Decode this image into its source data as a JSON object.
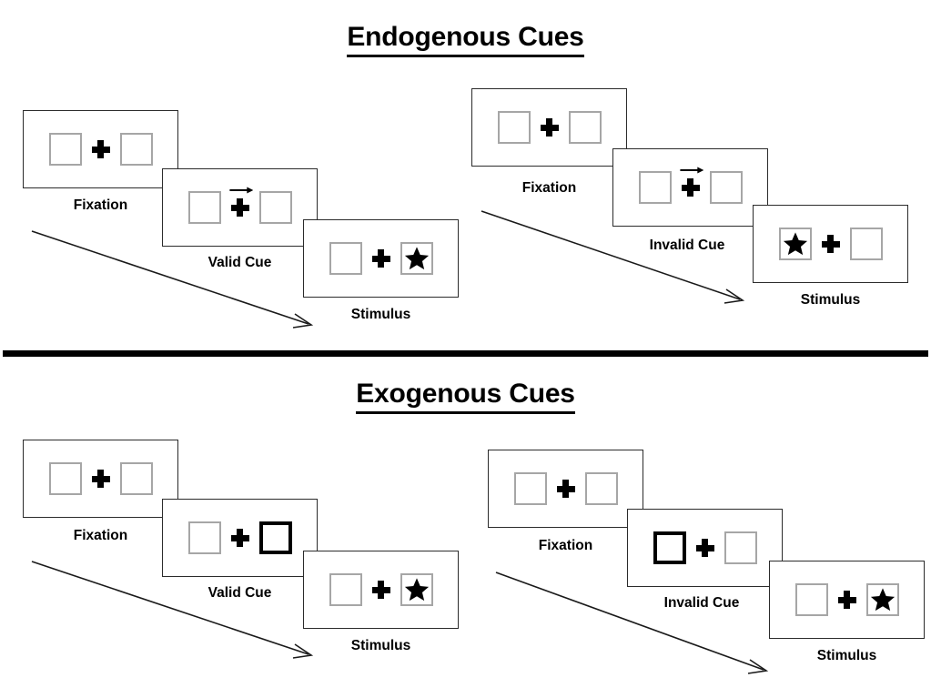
{
  "figure": {
    "title_endogenous": "Endogenous Cues",
    "title_exogenous": "Exogenous Cues",
    "divider_color": "#000000",
    "box_border_color": "#a6a6a6",
    "cued_box_border_color": "#000000",
    "panel_border_color": "#2b2b2b",
    "stimulus_color": "#000000"
  },
  "sections": [
    {
      "name": "endogenous",
      "title": "Endogenous Cues",
      "sequences": [
        {
          "name": "endogenous-valid",
          "frames": [
            {
              "caption": "Fixation",
              "cue": "none",
              "arrow": "none",
              "left_box": "empty",
              "right_box": "empty"
            },
            {
              "caption": "Valid Cue",
              "cue": "arrow-right",
              "arrow": "right",
              "left_box": "empty",
              "right_box": "empty"
            },
            {
              "caption": "Stimulus",
              "cue": "none",
              "arrow": "none",
              "left_box": "empty",
              "right_box": "star"
            }
          ]
        },
        {
          "name": "endogenous-invalid",
          "frames": [
            {
              "caption": "Fixation",
              "cue": "none",
              "arrow": "none",
              "left_box": "empty",
              "right_box": "empty"
            },
            {
              "caption": "Invalid Cue",
              "cue": "arrow-right",
              "arrow": "right",
              "left_box": "empty",
              "right_box": "empty"
            },
            {
              "caption": "Stimulus",
              "cue": "none",
              "arrow": "none",
              "left_box": "star",
              "right_box": "empty"
            }
          ]
        }
      ]
    },
    {
      "name": "exogenous",
      "title": "Exogenous Cues",
      "sequences": [
        {
          "name": "exogenous-valid",
          "frames": [
            {
              "caption": "Fixation",
              "cue": "none",
              "arrow": "none",
              "left_box": "empty",
              "right_box": "empty"
            },
            {
              "caption": "Valid Cue",
              "cue": "highlight-right",
              "arrow": "none",
              "left_box": "empty",
              "right_box": "cued"
            },
            {
              "caption": "Stimulus",
              "cue": "none",
              "arrow": "none",
              "left_box": "empty",
              "right_box": "star"
            }
          ]
        },
        {
          "name": "exogenous-invalid",
          "frames": [
            {
              "caption": "Fixation",
              "cue": "none",
              "arrow": "none",
              "left_box": "empty",
              "right_box": "empty"
            },
            {
              "caption": "Invalid Cue",
              "cue": "highlight-left",
              "arrow": "none",
              "left_box": "cued",
              "right_box": "empty"
            },
            {
              "caption": "Stimulus",
              "cue": "none",
              "arrow": "none",
              "left_box": "empty",
              "right_box": "star"
            }
          ]
        }
      ]
    }
  ],
  "icons": {
    "fixation_cross": "plus-cross-icon",
    "cue_arrow": "arrow-right-icon",
    "target": "star-icon",
    "flow": "diagonal-time-arrow-icon"
  }
}
